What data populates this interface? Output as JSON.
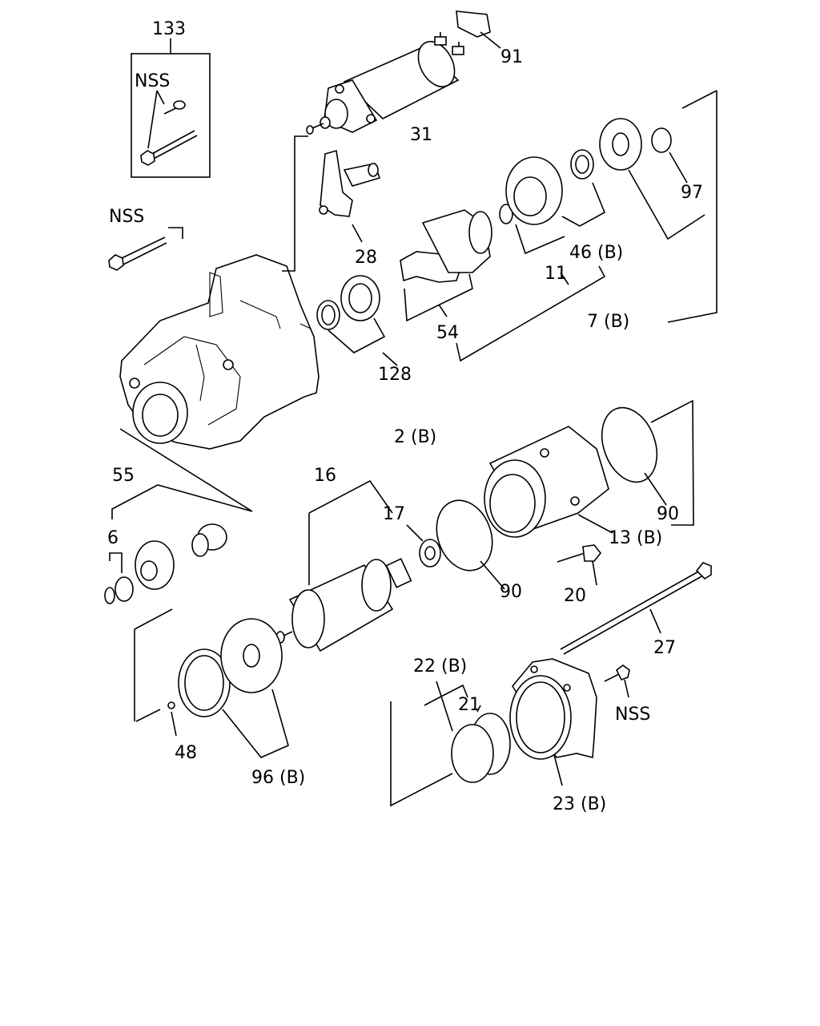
{
  "labels": {
    "l133": "133",
    "nss_box": "NSS",
    "l91": "91",
    "l31": "31",
    "nss_bolt": "NSS",
    "l28": "28",
    "l97": "97",
    "l46b": "46 (B)",
    "l11": "11",
    "l7b": "7 (B)",
    "l54": "54",
    "l128": "128",
    "l2b": "2 (B)",
    "l55": "55",
    "l6": "6",
    "l16": "16",
    "l17": "17",
    "l90a": "90",
    "l90b": "90",
    "l13b": "13 (B)",
    "l20": "20",
    "l27": "27",
    "l22b": "22 (B)",
    "l21": "21",
    "nss_screw": "NSS",
    "l48": "48",
    "l96b": "96 (B)",
    "l23b": "23 (B)"
  }
}
